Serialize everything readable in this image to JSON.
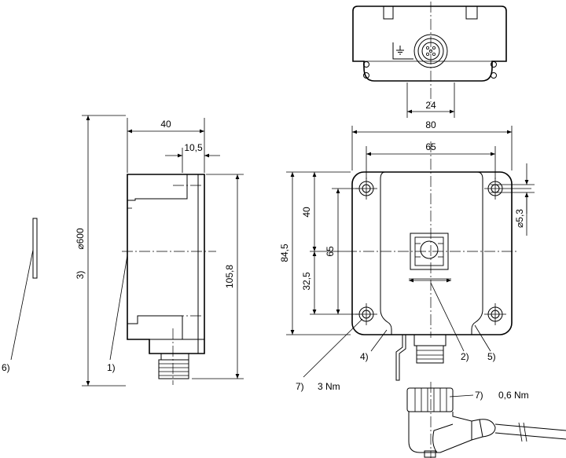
{
  "dimensions": {
    "side_width": "40",
    "side_offset": "10,5",
    "side_height": "105,8",
    "reflector_diameter": "⌀600",
    "top_connector_spacing": "24",
    "front_width": "80",
    "front_hole_spacing_h": "65",
    "front_height": "84,5",
    "front_upper": "40",
    "front_lower": "32,5",
    "front_hole_spacing_v": "65",
    "hole_diameter": "⌀5,3"
  },
  "callouts": {
    "c1": "1)",
    "c2": "2)",
    "c3": "3)",
    "c4": "4)",
    "c5": "5)",
    "c6": "6)",
    "c7a": "7)",
    "c7b": "7)"
  },
  "torques": {
    "mount": "3 Nm",
    "connector": "0,6 Nm"
  }
}
